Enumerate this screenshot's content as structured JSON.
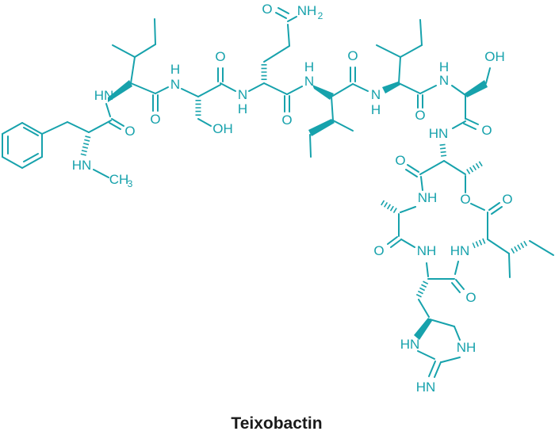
{
  "title": "Teixobactin",
  "molecule": {
    "name": "Teixobactin",
    "color": "#17A2AC",
    "title_color": "#1A1A1A",
    "background": "#FFFFFF",
    "labels": [
      "HN",
      "CH",
      "3",
      "O",
      "HN",
      "O",
      "H",
      "N",
      "OH",
      "O",
      "N",
      "H",
      "O",
      "NH",
      "2",
      "O",
      "H",
      "N",
      "O",
      "N",
      "H",
      "O",
      "H",
      "N",
      "OH",
      "O",
      "HN",
      "O",
      "NH",
      "O",
      "O",
      "O",
      "NH",
      "HN",
      "O",
      "HN",
      "NH",
      "HN"
    ]
  }
}
